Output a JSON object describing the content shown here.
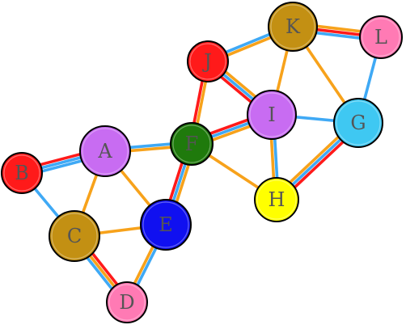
{
  "graph": {
    "nodes": [
      {
        "id": "A",
        "label": "A",
        "color": "#c86cf2"
      },
      {
        "id": "B",
        "label": "B",
        "color": "#ff1a1a"
      },
      {
        "id": "C",
        "label": "C",
        "color": "#c39013"
      },
      {
        "id": "D",
        "label": "D",
        "color": "#ff7ab4"
      },
      {
        "id": "E",
        "label": "E",
        "color": "#1010f0"
      },
      {
        "id": "F",
        "label": "F",
        "color": "#1f7a0c"
      },
      {
        "id": "G",
        "label": "G",
        "color": "#3fc8f2"
      },
      {
        "id": "H",
        "label": "H",
        "color": "#ffff00"
      },
      {
        "id": "I",
        "label": "I",
        "color": "#c86cf2"
      },
      {
        "id": "J",
        "label": "J",
        "color": "#ff1a1a"
      },
      {
        "id": "K",
        "label": "K",
        "color": "#c39013"
      },
      {
        "id": "L",
        "label": "L",
        "color": "#ff7ab4"
      }
    ],
    "edges": [
      {
        "from": "B",
        "to": "A",
        "strands": [
          "#ff1a1a",
          "#3fa9f5",
          "#3fa9f5"
        ]
      },
      {
        "from": "B",
        "to": "C",
        "strands": [
          "#3fa9f5"
        ]
      },
      {
        "from": "A",
        "to": "C",
        "strands": [
          "#f7a21b"
        ]
      },
      {
        "from": "A",
        "to": "F",
        "strands": [
          "#3fa9f5",
          "#f7a21b"
        ]
      },
      {
        "from": "A",
        "to": "E",
        "strands": [
          "#f7a21b"
        ]
      },
      {
        "from": "C",
        "to": "E",
        "strands": [
          "#f7a21b"
        ]
      },
      {
        "from": "C",
        "to": "D",
        "strands": [
          "#ff1a1a",
          "#f7a21b",
          "#3fa9f5"
        ]
      },
      {
        "from": "E",
        "to": "D",
        "strands": [
          "#3fa9f5",
          "#f7a21b"
        ]
      },
      {
        "from": "E",
        "to": "F",
        "strands": [
          "#ff1a1a",
          "#3fa9f5",
          "#f7a21b"
        ]
      },
      {
        "from": "F",
        "to": "J",
        "strands": [
          "#ff1a1a",
          "#f7a21b"
        ]
      },
      {
        "from": "F",
        "to": "I",
        "strands": [
          "#ff1a1a",
          "#3fa9f5",
          "#f7a21b"
        ]
      },
      {
        "from": "F",
        "to": "H",
        "strands": [
          "#f7a21b"
        ]
      },
      {
        "from": "J",
        "to": "I",
        "strands": [
          "#f7a21b",
          "#3fa9f5",
          "#ff1a1a"
        ]
      },
      {
        "from": "J",
        "to": "K",
        "strands": [
          "#3fa9f5",
          "#f7a21b"
        ]
      },
      {
        "from": "I",
        "to": "K",
        "strands": [
          "#f7a21b"
        ]
      },
      {
        "from": "I",
        "to": "G",
        "strands": [
          "#3fa9f5"
        ]
      },
      {
        "from": "I",
        "to": "H",
        "strands": [
          "#3fa9f5",
          "#f7a21b"
        ]
      },
      {
        "from": "K",
        "to": "L",
        "strands": [
          "#f7a21b",
          "#ff1a1a",
          "#3fa9f5"
        ]
      },
      {
        "from": "K",
        "to": "G",
        "strands": [
          "#f7a21b"
        ]
      },
      {
        "from": "L",
        "to": "G",
        "strands": [
          "#3fa9f5"
        ]
      },
      {
        "from": "G",
        "to": "H",
        "strands": [
          "#ff1a1a",
          "#3fa9f5",
          "#f7a21b"
        ]
      }
    ]
  }
}
